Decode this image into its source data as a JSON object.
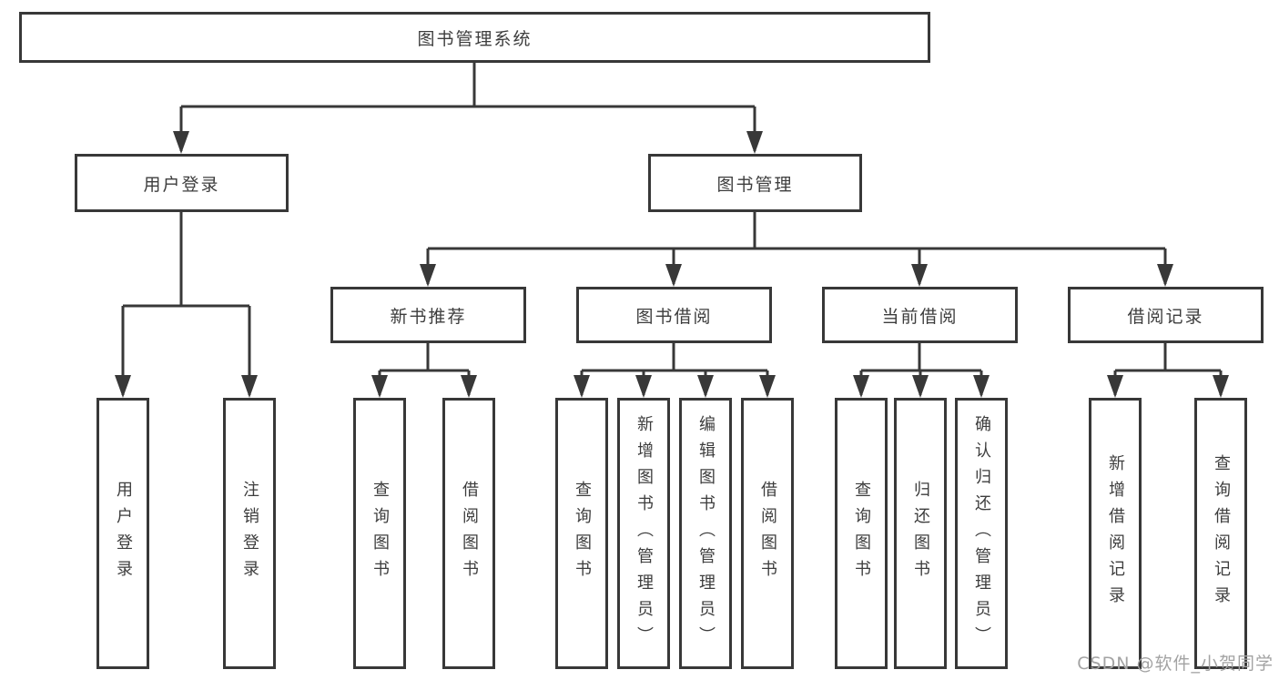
{
  "diagram": {
    "type": "tree",
    "root": {
      "label": "图书管理系统",
      "children": [
        {
          "label": "用户登录",
          "children": [
            {
              "label": "用户登录"
            },
            {
              "label": "注销登录"
            }
          ]
        },
        {
          "label": "图书管理",
          "children": [
            {
              "label": "新书推荐",
              "children": [
                {
                  "label": "查询图书"
                },
                {
                  "label": "借阅图书"
                }
              ]
            },
            {
              "label": "图书借阅",
              "children": [
                {
                  "label": "查询图书"
                },
                {
                  "label": "新增图书（管理员）"
                },
                {
                  "label": "编辑图书（管理员）"
                },
                {
                  "label": "借阅图书"
                }
              ]
            },
            {
              "label": "当前借阅",
              "children": [
                {
                  "label": "查询图书"
                },
                {
                  "label": "归还图书"
                },
                {
                  "label": "确认归还（管理员）"
                }
              ]
            },
            {
              "label": "借阅记录",
              "children": [
                {
                  "label": "新增借阅记录"
                },
                {
                  "label": "查询借阅记录"
                }
              ]
            }
          ]
        }
      ]
    }
  },
  "watermark": "CSDN @软件_小贺同学",
  "colors": {
    "line": "#383838",
    "box_border": "#383838",
    "text": "#3d3d3d",
    "watermark": "#a3a3a3",
    "background": "#ffffff"
  }
}
